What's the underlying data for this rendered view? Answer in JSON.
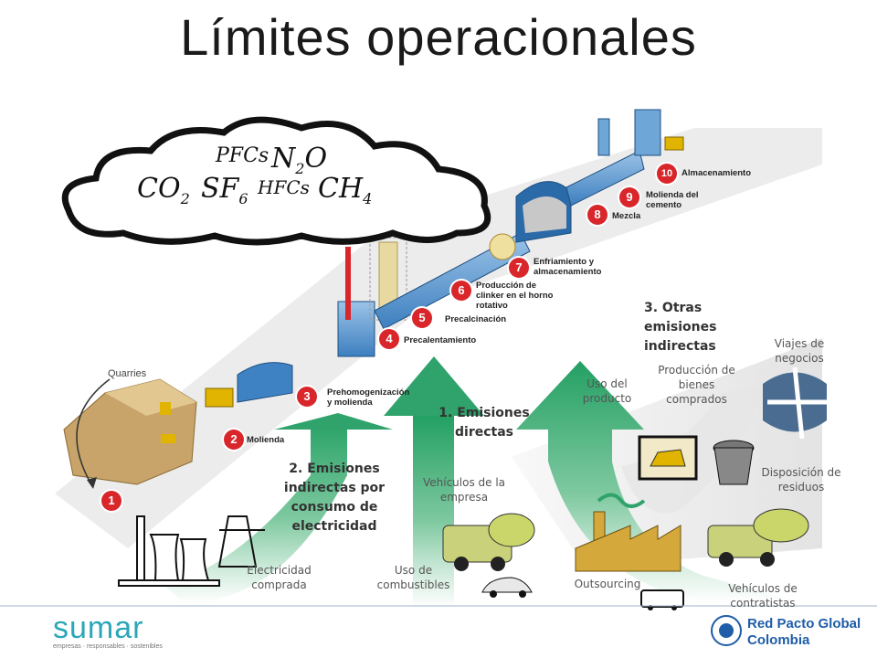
{
  "title": "Límites operacionales",
  "gases": {
    "pfcs": "PFCs",
    "n2o_main": "N",
    "n2o_sub": "2",
    "n2o_end": "O",
    "co2_main": "CO",
    "co2_sub": "2",
    "sf6_main": "SF",
    "sf6_sub": "6",
    "hfcs": "HFCs",
    "ch4_main": "CH",
    "ch4_sub": "4"
  },
  "quarries_label": "Quarries",
  "process_steps": [
    {
      "num": "1",
      "label": ""
    },
    {
      "num": "2",
      "label": "Molienda"
    },
    {
      "num": "3",
      "label": "Prehomogenización y molienda"
    },
    {
      "num": "4",
      "label": "Precalentamiento"
    },
    {
      "num": "5",
      "label": "Precalcinación"
    },
    {
      "num": "6",
      "label": "Producción de clinker en el horno rotativo"
    },
    {
      "num": "7",
      "label": "Enfriamiento y almacenamiento"
    },
    {
      "num": "8",
      "label": "Mezcla"
    },
    {
      "num": "9",
      "label": "Molienda del cemento"
    },
    {
      "num": "10",
      "label": "Almacenamiento"
    }
  ],
  "scopes": {
    "scope1": "1. Emisiones directas",
    "scope2": "2. Emisiones indirectas por consumo de electricidad",
    "scope3": "3. Otras emisiones indirectas"
  },
  "sources": {
    "electricidad": "Electricidad comprada",
    "combustibles": "Uso de combustibles",
    "vehiculos_empresa": "Vehículos de la empresa",
    "uso_producto": "Uso del producto",
    "bienes": "Producción de bienes comprados",
    "viajes": "Viajes de negocios",
    "residuos": "Disposición de residuos",
    "outsourcing": "Outsourcing",
    "contratistas": "Vehículos de contratistas"
  },
  "footer": {
    "brand": "sumar",
    "tagline": "empresas · responsables · sostenibles",
    "partner_line1": "Red Pacto Global",
    "partner_line2": "Colombia"
  },
  "colors": {
    "arrow_green": "#2fa36b",
    "step_red": "#d9262b",
    "sumar_teal": "#2aa7b8",
    "pacto_blue": "#1f5da8"
  }
}
